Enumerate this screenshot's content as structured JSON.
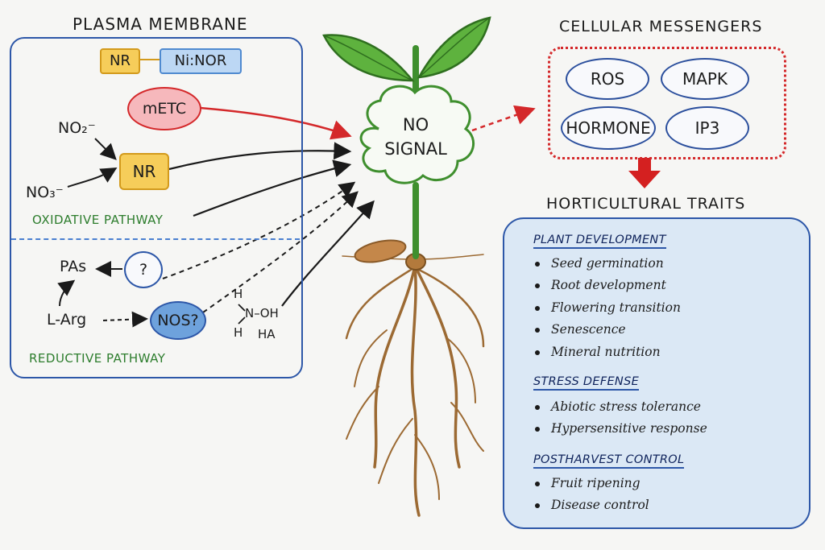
{
  "plasma_membrane": {
    "title": "PLASMA MEMBRANE",
    "nr_top": "NR",
    "ni_nor": "Ni:NOR",
    "metc": "mETC",
    "no2": "NO₂⁻",
    "no3": "NO₃⁻",
    "nr_mid": "NR",
    "oxidative": "OXIDATIVE PATHWAY",
    "pas": "PAs",
    "question": "?",
    "larg": "L-Arg",
    "nos": "NOS?",
    "ha_h1": "H",
    "ha_noh": "N–OH",
    "ha_h2": "H",
    "ha_label": "HA",
    "reductive": "REDUCTIVE PATHWAY"
  },
  "no_signal": {
    "line1": "NO",
    "line2": "SIGNAL"
  },
  "messengers": {
    "title": "CELLULAR MESSENGERS",
    "items": [
      "ROS",
      "MAPK",
      "HORMONE",
      "IP3"
    ]
  },
  "traits": {
    "title": "HORTICULTURAL TRAITS",
    "sections": [
      {
        "heading": "PLANT DEVELOPMENT",
        "items": [
          "Seed germination",
          "Root development",
          "Flowering transition",
          "Senescence",
          "Mineral nutrition"
        ]
      },
      {
        "heading": "STRESS DEFENSE",
        "items": [
          "Abiotic stress tolerance",
          "Hypersensitive response"
        ]
      },
      {
        "heading": "POSTHARVEST CONTROL",
        "items": [
          "Fruit ripening",
          "Disease control"
        ]
      }
    ]
  },
  "colors": {
    "panel_border": "#2d57a8",
    "nr_fill": "#f6cd5a",
    "metc_fill": "#f6b8bc",
    "arrow_red": "#d4282a",
    "pathway_green": "#2d7d2d",
    "trait_fill": "#dbe8f5"
  }
}
